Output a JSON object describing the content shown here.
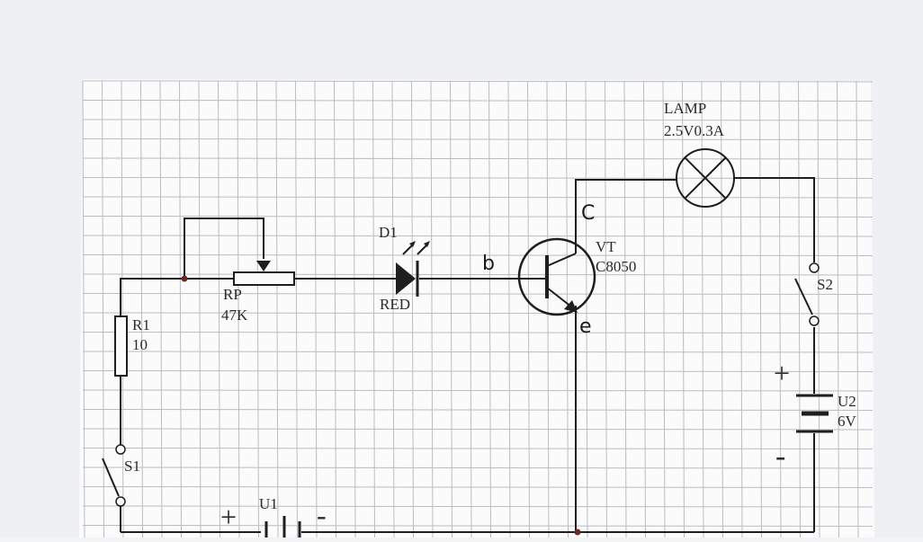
{
  "components": {
    "lamp": {
      "name": "LAMP",
      "rating": "2.5V0.3A"
    },
    "potentiometer": {
      "name": "RP",
      "value": "47K"
    },
    "led": {
      "name": "D1",
      "color": "RED"
    },
    "transistor": {
      "name": "VT",
      "model": "C8050",
      "collector": "C",
      "base": "b",
      "emitter": "e"
    },
    "resistor": {
      "name": "R1",
      "value": "10"
    },
    "switch1": {
      "name": "S1"
    },
    "switch2": {
      "name": "S2"
    },
    "battery1": {
      "name": "U1",
      "plus": "+",
      "minus": "-"
    },
    "battery2": {
      "name": "U2",
      "value": "6V",
      "plus": "+",
      "minus": "-"
    }
  },
  "colors": {
    "paper": "#fbfbfc",
    "grid": "#b9bcc4",
    "wire": "#1e1e1e",
    "junction": "#6b2a2a"
  }
}
